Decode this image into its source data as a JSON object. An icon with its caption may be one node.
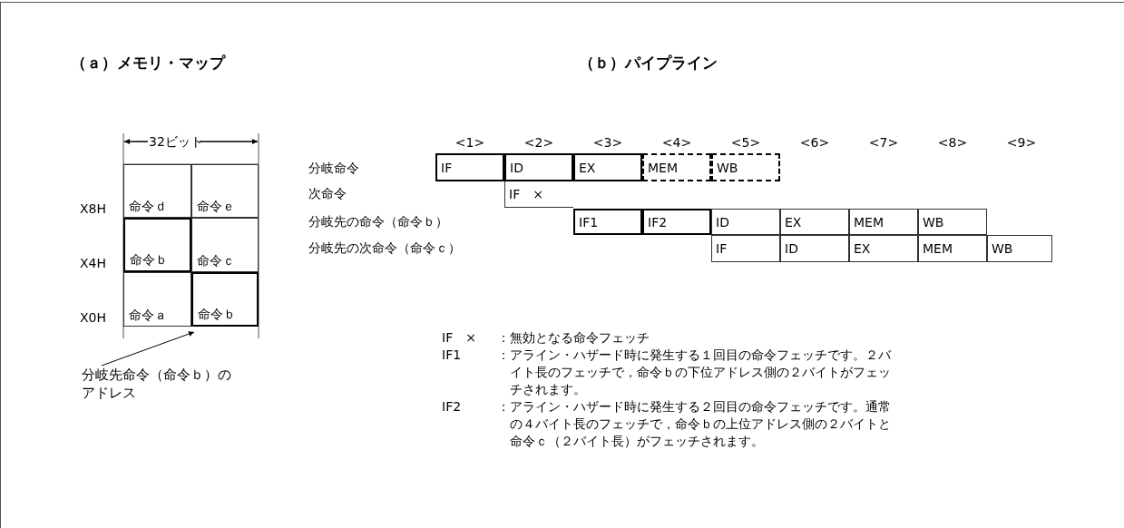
{
  "diagram": {
    "nodes": [
      {
        "text": [
          "命令ｄ"
        ]
      },
      {
        "text": [
          "命令ｅ"
        ]
      },
      {
        "text": [
          "命令ｂ"
        ]
      },
      {
        "text": [
          "命令ｃ"
        ]
      },
      {
        "text": [
          "命令ａ"
        ]
      },
      {
        "text": [
          "命令ｂ"
        ]
      },
      {
        "text": [
          "分岐先命令（命令ｂ）のアドレス"
        ]
      },
      {
        "text": [
          "IF"
        ]
      },
      {
        "text": [
          "ID"
        ]
      },
      {
        "text": [
          "EX"
        ]
      },
      {
        "text": [
          "MEM"
        ]
      },
      {
        "text": [
          "WB"
        ]
      },
      {
        "text": [
          "IF　×"
        ]
      },
      {
        "text": [
          "IF1"
        ]
      },
      {
        "text": [
          "IF2"
        ]
      },
      {
        "text": [
          "ID"
        ]
      },
      {
        "text": [
          "EX"
        ]
      },
      {
        "text": [
          "MEM"
        ]
      },
      {
        "text": [
          "WB"
        ]
      },
      {
        "text": [
          "IF"
        ]
      },
      {
        "text": [
          "ID"
        ]
      },
      {
        "text": [
          "EX"
        ]
      },
      {
        "text": [
          "MEM"
        ]
      },
      {
        "text": [
          "WB"
        ]
      }
    ],
    "edges": [
      {
        "from": 6,
        "to": 5,
        "arrow": "to"
      }
    ],
    "labels": [
      "（ａ）メモリ・マップ",
      "（ｂ）パイプライン",
      "32ビット",
      "X8H",
      "X4H",
      "X0H",
      "<1>",
      "<2>",
      "<3>",
      "<4>",
      "<5>",
      "<6>",
      "<7>",
      "<8>",
      "<9>",
      "分岐命令",
      "次命令",
      "分岐先の命令（命令ｂ）",
      "分岐先の次命令（命令ｃ）",
      "IF　×",
      "：無効となる命令フェッチ",
      "IF1",
      "：アライン・ハザード時に発生する１回目の命令フェッチです。２バイト長のフェッチで，命令ｂの下位アドレス側の２バイトがフェッチされます。",
      "IF2",
      "：アライン・ハザード時に発生する２回目の命令フェッチです。通常の４バイト長のフェッチで，命令ｂの上位アドレス側の２バイトと命令ｃ（２バイト長）がフェッチされます。"
    ]
  }
}
